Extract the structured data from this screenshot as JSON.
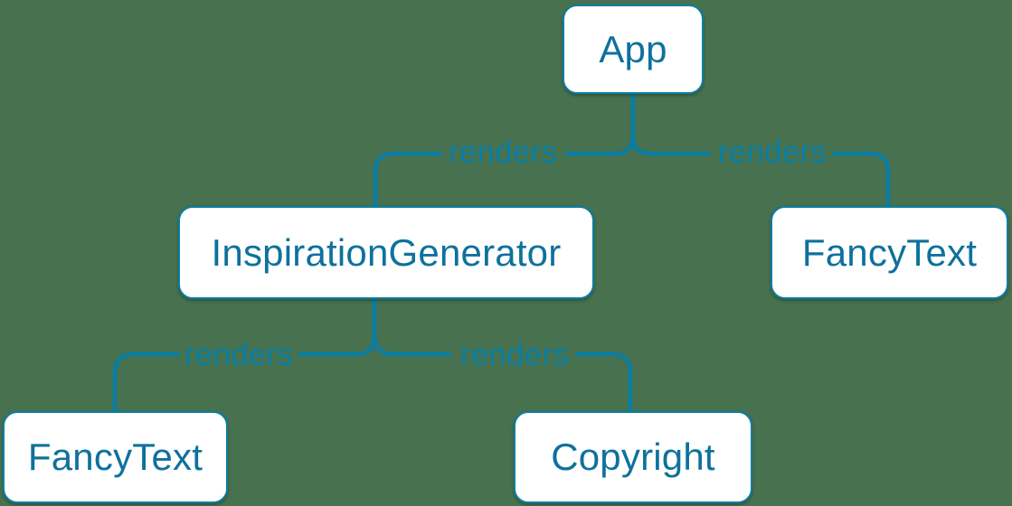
{
  "diagram": {
    "colors": {
      "background": "#47714f",
      "accent": "#087ea4",
      "node_fill": "#ffffff",
      "node_text": "#0f719c"
    },
    "nodes": [
      {
        "id": "app",
        "label": "App"
      },
      {
        "id": "inspiration-generator",
        "label": "InspirationGenerator"
      },
      {
        "id": "fancy-text-top",
        "label": "FancyText"
      },
      {
        "id": "fancy-text-bottom",
        "label": "FancyText"
      },
      {
        "id": "copyright",
        "label": "Copyright"
      }
    ],
    "edges": [
      {
        "from": "App",
        "to": "InspirationGenerator",
        "label": "renders"
      },
      {
        "from": "App",
        "to": "FancyText",
        "label": "renders"
      },
      {
        "from": "InspirationGenerator",
        "to": "FancyText",
        "label": "renders"
      },
      {
        "from": "InspirationGenerator",
        "to": "Copyright",
        "label": "renders"
      }
    ]
  }
}
